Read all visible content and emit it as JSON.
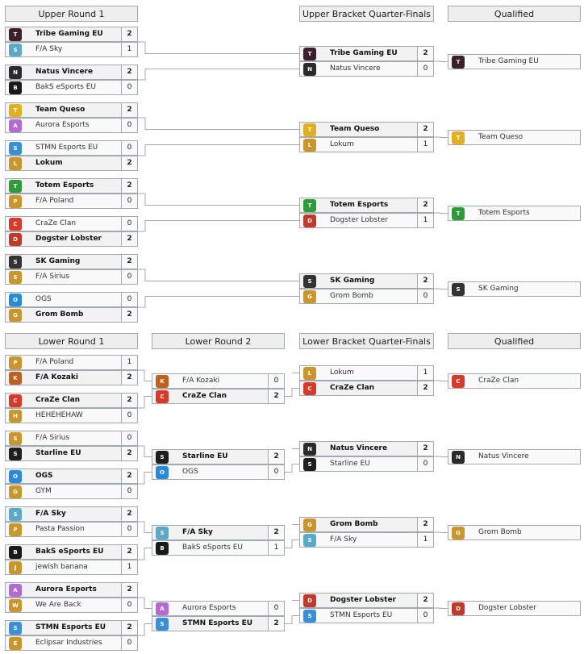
{
  "colors": {
    "Tribe Gaming EU": "#3b1f2b",
    "F/A Sky": "#5aa9c9",
    "Natus Vincere": "#2b2b2b",
    "BakS eSports EU": "#1a1a1a",
    "Team Queso": "#e0b020",
    "Aurora Esports": "#b46ad1",
    "STMN Esports EU": "#3a8fd6",
    "Lokum": "#c9962b",
    "Totem Esports": "#2f9a3a",
    "F/A Poland": "#c9962b",
    "CraZe Clan": "#d83a2a",
    "Dogster Lobster": "#c0392b",
    "SK Gaming": "#333333",
    "F/A Sirius": "#c9962b",
    "OGS": "#2a8ad6",
    "Grom Bomb": "#c9962b",
    "F/A Kozaki": "#c06020",
    "HEHEHEHAW": "#c9962b",
    "Starline EU": "#1f1f1f",
    "GYM": "#c9962b",
    "Pasta Passion": "#c9962b",
    "jewish banana": "#c9962b",
    "We Are Back": "#c9962b",
    "Eclipsar Industries": "#c9962b"
  },
  "upper": {
    "headers": [
      "Upper Round 1",
      "Upper Bracket Quarter-Finals",
      "Qualified"
    ],
    "round1": [
      [
        {
          "team": "Tribe Gaming EU",
          "score": "2",
          "win": true
        },
        {
          "team": "F/A Sky",
          "score": "1",
          "win": false
        }
      ],
      [
        {
          "team": "Natus Vincere",
          "score": "2",
          "win": true
        },
        {
          "team": "BakS eSports EU",
          "score": "0",
          "win": false
        }
      ],
      [
        {
          "team": "Team Queso",
          "score": "2",
          "win": true
        },
        {
          "team": "Aurora Esports",
          "score": "0",
          "win": false
        }
      ],
      [
        {
          "team": "STMN Esports EU",
          "score": "0",
          "win": false
        },
        {
          "team": "Lokum",
          "score": "2",
          "win": true
        }
      ],
      [
        {
          "team": "Totem Esports",
          "score": "2",
          "win": true
        },
        {
          "team": "F/A Poland",
          "score": "0",
          "win": false
        }
      ],
      [
        {
          "team": "CraZe Clan",
          "score": "0",
          "win": false
        },
        {
          "team": "Dogster Lobster",
          "score": "2",
          "win": true
        }
      ],
      [
        {
          "team": "SK Gaming",
          "score": "2",
          "win": true
        },
        {
          "team": "F/A Sirius",
          "score": "0",
          "win": false
        }
      ],
      [
        {
          "team": "OGS",
          "score": "0",
          "win": false
        },
        {
          "team": "Grom Bomb",
          "score": "2",
          "win": true
        }
      ]
    ],
    "qf": [
      [
        {
          "team": "Tribe Gaming EU",
          "score": "2",
          "win": true
        },
        {
          "team": "Natus Vincere",
          "score": "0",
          "win": false
        }
      ],
      [
        {
          "team": "Team Queso",
          "score": "2",
          "win": true
        },
        {
          "team": "Lokum",
          "score": "1",
          "win": false
        }
      ],
      [
        {
          "team": "Totem Esports",
          "score": "2",
          "win": true
        },
        {
          "team": "Dogster Lobster",
          "score": "1",
          "win": false
        }
      ],
      [
        {
          "team": "SK Gaming",
          "score": "2",
          "win": true
        },
        {
          "team": "Grom Bomb",
          "score": "0",
          "win": false
        }
      ]
    ],
    "qualified": [
      "Tribe Gaming EU",
      "Team Queso",
      "Totem Esports",
      "SK Gaming"
    ]
  },
  "lower": {
    "headers": [
      "Lower Round 1",
      "Lower Round 2",
      "Lower Bracket Quarter-Finals",
      "Qualified"
    ],
    "round1": [
      [
        {
          "team": "F/A Poland",
          "score": "1",
          "win": false
        },
        {
          "team": "F/A Kozaki",
          "score": "2",
          "win": true
        }
      ],
      [
        {
          "team": "CraZe Clan",
          "score": "2",
          "win": true
        },
        {
          "team": "HEHEHEHAW",
          "score": "0",
          "win": false
        }
      ],
      [
        {
          "team": "F/A Sirius",
          "score": "0",
          "win": false
        },
        {
          "team": "Starline EU",
          "score": "2",
          "win": true
        }
      ],
      [
        {
          "team": "OGS",
          "score": "2",
          "win": true
        },
        {
          "team": "GYM",
          "score": "0",
          "win": false
        }
      ],
      [
        {
          "team": "F/A Sky",
          "score": "2",
          "win": true
        },
        {
          "team": "Pasta Passion",
          "score": "0",
          "win": false
        }
      ],
      [
        {
          "team": "BakS eSports EU",
          "score": "2",
          "win": true
        },
        {
          "team": "jewish banana",
          "score": "1",
          "win": false
        }
      ],
      [
        {
          "team": "Aurora Esports",
          "score": "2",
          "win": true
        },
        {
          "team": "We Are Back",
          "score": "0",
          "win": false
        }
      ],
      [
        {
          "team": "STMN Esports EU",
          "score": "2",
          "win": true
        },
        {
          "team": "Eclipsar Industries",
          "score": "0",
          "win": false
        }
      ]
    ],
    "round2": [
      [
        {
          "team": "F/A Kozaki",
          "score": "0",
          "win": false
        },
        {
          "team": "CraZe Clan",
          "score": "2",
          "win": true
        }
      ],
      [
        {
          "team": "Starline EU",
          "score": "2",
          "win": true
        },
        {
          "team": "OGS",
          "score": "0",
          "win": false
        }
      ],
      [
        {
          "team": "F/A Sky",
          "score": "2",
          "win": true
        },
        {
          "team": "BakS eSports EU",
          "score": "1",
          "win": false
        }
      ],
      [
        {
          "team": "Aurora Esports",
          "score": "0",
          "win": false
        },
        {
          "team": "STMN Esports EU",
          "score": "2",
          "win": true
        }
      ]
    ],
    "qf": [
      [
        {
          "team": "Lokum",
          "score": "1",
          "win": false
        },
        {
          "team": "CraZe Clan",
          "score": "2",
          "win": true
        }
      ],
      [
        {
          "team": "Natus Vincere",
          "score": "2",
          "win": true
        },
        {
          "team": "Starline EU",
          "score": "0",
          "win": false
        }
      ],
      [
        {
          "team": "Grom Bomb",
          "score": "2",
          "win": true
        },
        {
          "team": "F/A Sky",
          "score": "1",
          "win": false
        }
      ],
      [
        {
          "team": "Dogster Lobster",
          "score": "2",
          "win": true
        },
        {
          "team": "STMN Esports EU",
          "score": "0",
          "win": false
        }
      ]
    ],
    "qualified": [
      "CraZe Clan",
      "Natus Vincere",
      "Grom Bomb",
      "Dogster Lobster"
    ]
  }
}
